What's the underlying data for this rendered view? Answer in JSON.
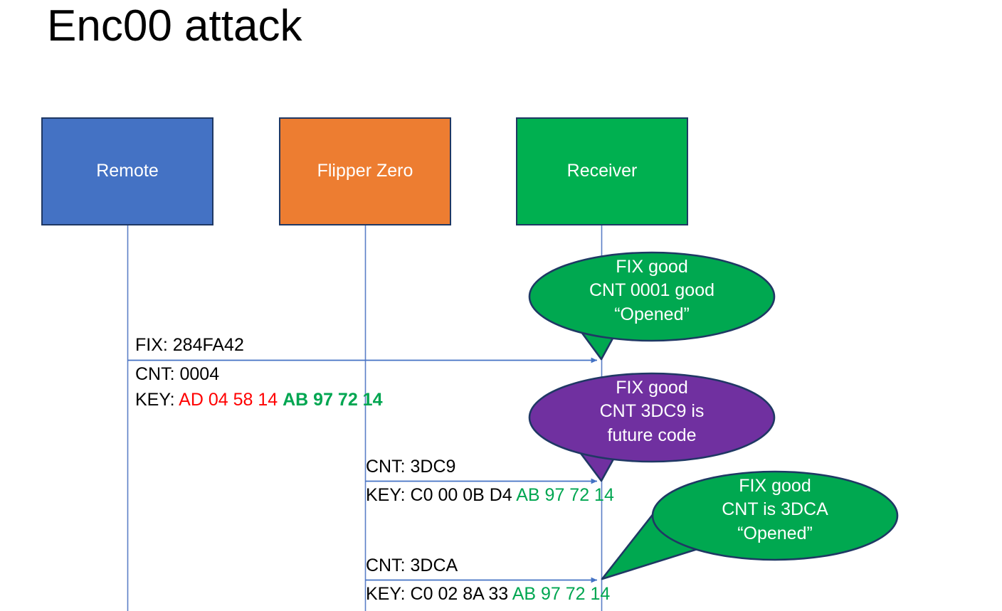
{
  "slide": {
    "title": "Enc00 attack",
    "background": "#FFFFFF"
  },
  "colors": {
    "remote_blue": "#4472C4",
    "flipper_orange": "#ED7D31",
    "receiver_green": "#00B050",
    "bubble_green": "#00A850",
    "bubble_purple": "#7030A0",
    "box_border": "#1F3864",
    "lifeline_blue": "#5B7FC7",
    "key_red": "#FF0000",
    "key_green": "#00A651",
    "text_black": "#000000"
  },
  "actors": [
    {
      "name": "remote",
      "label": "Remote",
      "fill": "#4472C4"
    },
    {
      "name": "flipper",
      "label": "Flipper Zero",
      "fill": "#ED7D31"
    },
    {
      "name": "receiver",
      "label": "Receiver",
      "fill": "#00B050"
    }
  ],
  "messages": [
    {
      "name": "message-1",
      "from": "remote",
      "to": "receiver",
      "lines": [
        {
          "text": "FIX: 284FA42",
          "position": "above"
        }
      ],
      "below": [
        {
          "text": "CNT: 0004"
        },
        {
          "prefix": "KEY: ",
          "segments": [
            {
              "text": "AD 04 58 14 ",
              "color": "key_red",
              "bold": false
            },
            {
              "text": "AB 97 72 14",
              "color": "key_green",
              "bold": true
            }
          ]
        }
      ]
    },
    {
      "name": "message-2",
      "from": "flipper",
      "to": "receiver",
      "lines": [
        {
          "text": "CNT: 3DC9",
          "position": "above"
        }
      ],
      "below": [
        {
          "prefix": "KEY: C0 00 0B D4 ",
          "segments": [
            {
              "text": "AB 97 72 14",
              "color": "key_green",
              "bold": false
            }
          ]
        }
      ]
    },
    {
      "name": "message-3",
      "from": "flipper",
      "to": "receiver",
      "lines": [
        {
          "text": "CNT: 3DCA",
          "position": "above"
        }
      ],
      "below": [
        {
          "prefix": "KEY: C0 02 8A 33 ",
          "segments": [
            {
              "text": "AB 97 72 14",
              "color": "key_green",
              "bold": false
            }
          ]
        }
      ]
    }
  ],
  "message_labels": {
    "m1_fix": "FIX: 284FA42",
    "m1_cnt": "CNT: 0004",
    "m1_key_prefix": "KEY: ",
    "m1_key_red": "AD 04 58 14 ",
    "m1_key_green": "AB 97 72 14",
    "m2_cnt": "CNT: 3DC9",
    "m2_key_prefix": "KEY: C0 00 0B D4 ",
    "m2_key_green": "AB 97 72 14",
    "m3_cnt": "CNT: 3DCA",
    "m3_key_prefix": "KEY: C0 02 8A 33 ",
    "m3_key_green": "AB 97 72 14"
  },
  "bubbles": [
    {
      "name": "bubble-fix-good-cnt-0001",
      "fill": "#00A850",
      "lines": [
        "FIX good",
        "CNT 0001 good",
        "“Opened”"
      ]
    },
    {
      "name": "bubble-fix-good-future-code",
      "fill": "#7030A0",
      "lines": [
        "FIX good",
        "CNT 3DC9 is",
        "future code"
      ]
    },
    {
      "name": "bubble-fix-good-cnt-3dca",
      "fill": "#00A850",
      "lines": [
        "FIX good",
        "CNT is 3DCA",
        "“Opened”"
      ]
    }
  ]
}
